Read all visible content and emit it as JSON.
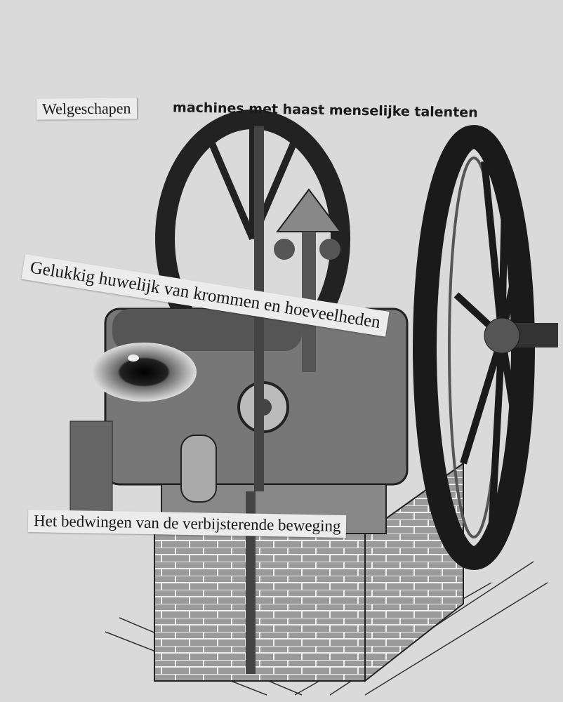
{
  "captions": {
    "title_word": "Welgeschapen",
    "subtitle": "machines met haast menselijke talenten",
    "middle": "Gelukkig huwelijk van krommen en hoeveelheden",
    "bottom": "Het bedwingen van de verbijsterende beweging"
  }
}
